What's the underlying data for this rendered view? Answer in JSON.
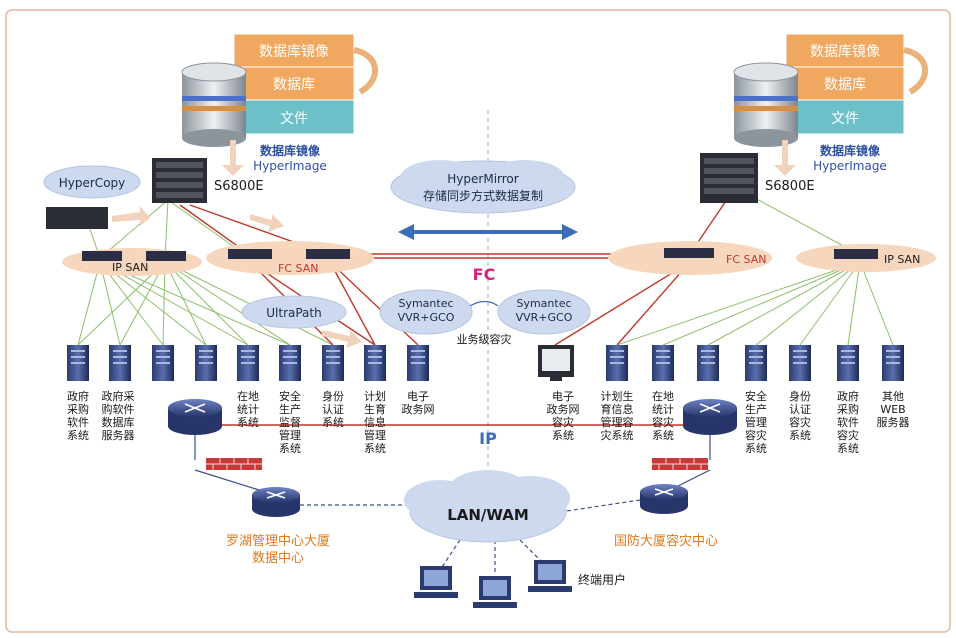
{
  "left_stack": {
    "layers": [
      "数据库镜像",
      "数据库",
      "文件"
    ],
    "caption_cn": "数据库镜像",
    "caption_en": "HyperImage",
    "storage_label": "S6800E"
  },
  "right_stack": {
    "layers": [
      "数据库镜像",
      "数据库",
      "文件"
    ],
    "caption_cn": "数据库镜像",
    "caption_en": "HyperImage",
    "storage_label": "S6800E"
  },
  "clouds": {
    "hypercopy": "HyperCopy",
    "hypermirror_1": "HyperMirror",
    "hypermirror_2": "存储同步方式数据复制",
    "ultrapath": "UltraPath",
    "symantec_left_1": "Symantec",
    "symantec_left_2": "VVR+GCO",
    "symantec_right_1": "Symantec",
    "symantec_right_2": "VVR+GCO",
    "lan": "LAN/WAM"
  },
  "san": {
    "left_ip": "IP SAN",
    "left_fc": "FC SAN",
    "right_fc": "FC SAN",
    "right_ip": "IP SAN"
  },
  "network_labels": {
    "fc": "FC",
    "ip": "IP",
    "business_dr": "业务级容灾"
  },
  "left_servers": [
    [
      "政府",
      "采购",
      "软件",
      "系统"
    ],
    [
      "政府采",
      "购软件",
      "数据库",
      "服务器"
    ],
    [
      "在地",
      "统计",
      "系统"
    ],
    [
      "安全",
      "生产",
      "监督",
      "管理",
      "系统"
    ],
    [
      "身份",
      "认证",
      "系统"
    ],
    [
      "计划",
      "生育",
      "信息",
      "管理",
      "系统"
    ],
    [
      "电子",
      "政务网"
    ]
  ],
  "right_servers": [
    [
      "电子",
      "政务网",
      "容灾",
      "系统"
    ],
    [
      "计划生",
      "育信息",
      "管理容",
      "灾系统"
    ],
    [
      "在地",
      "统计",
      "容灾",
      "系统"
    ],
    [
      "安全",
      "生产",
      "管理",
      "容灾",
      "系统"
    ],
    [
      "身份",
      "认证",
      "容灾",
      "系统"
    ],
    [
      "政府",
      "采购",
      "软件",
      "容灾",
      "系统"
    ],
    [
      "其他",
      "WEB",
      "服务器"
    ]
  ],
  "sites": {
    "left_1": "罗湖管理中心大厦",
    "left_2": "数据中心",
    "right": "国防大厦容灾中心"
  },
  "terminal_users": "终端用户",
  "colors": {
    "orange_layer": "#f0a860",
    "teal_layer": "#6cc0c8",
    "cloud": "#cdd9ee",
    "san_cloud": "#f6d6bc",
    "fc_red": "#c0392b",
    "ip_green": "#8cbf6c",
    "arrow_blue": "#3a6fb8",
    "label_blue": "#2e4fa3",
    "label_pink": "#d4237a",
    "site_orange": "#e07b1a"
  }
}
